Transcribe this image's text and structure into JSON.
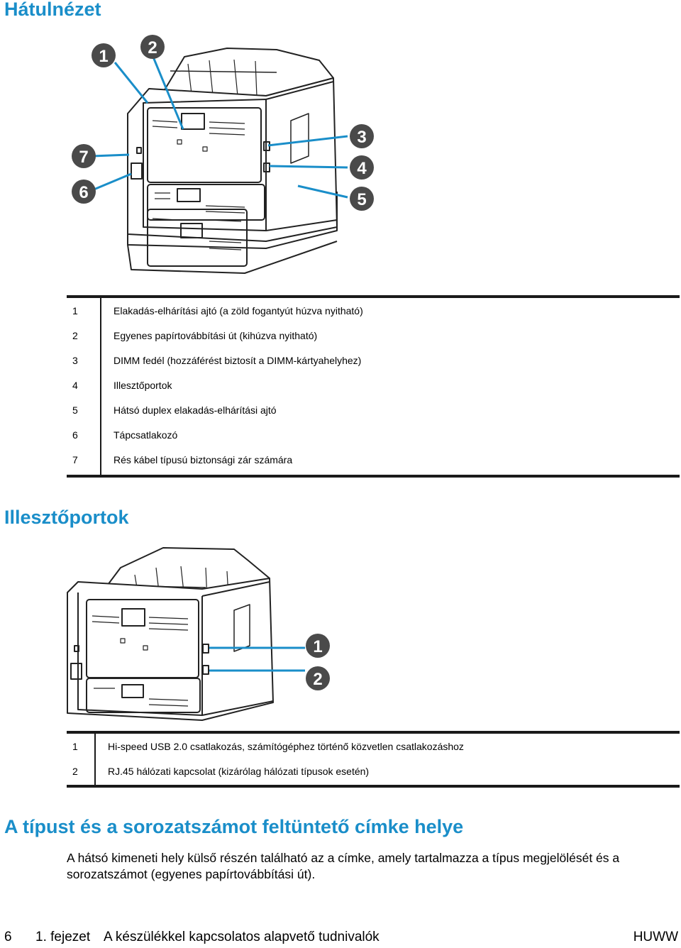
{
  "section1": {
    "title": "Hátulnézet",
    "callouts": [
      "1",
      "2",
      "3",
      "4",
      "5",
      "6",
      "7"
    ],
    "legend": [
      {
        "num": "1",
        "text": "Elakadás-elhárítási ajtó (a zöld fogantyút húzva nyitható)"
      },
      {
        "num": "2",
        "text": "Egyenes papírtovábbítási út (kihúzva nyitható)"
      },
      {
        "num": "3",
        "text": "DIMM fedél (hozzáférést biztosít a DIMM-kártyahelyhez)"
      },
      {
        "num": "4",
        "text": "Illesztőportok"
      },
      {
        "num": "5",
        "text": "Hátsó duplex elakadás-elhárítási ajtó"
      },
      {
        "num": "6",
        "text": "Tápcsatlakozó"
      },
      {
        "num": "7",
        "text": "Rés kábel típusú biztonsági zár számára"
      }
    ]
  },
  "section2": {
    "title": "Illesztőportok",
    "callouts": [
      "1",
      "2"
    ],
    "legend": [
      {
        "num": "1",
        "text": "Hi-speed USB 2.0 csatlakozás, számítógéphez történő közvetlen csatlakozáshoz"
      },
      {
        "num": "2",
        "text": "RJ.45 hálózati kapcsolat (kizárólag hálózati típusok esetén)"
      }
    ]
  },
  "section3": {
    "title": "A típust és a sorozatszámot feltüntető címke helye",
    "text": "A hátsó kimeneti hely külső részén található az a címke, amely tartalmazza a típus megjelölését és a sorozatszámot (egyenes papírtovábbítási út)."
  },
  "footer": {
    "page": "6",
    "chapter": "1. fejezet",
    "chapter_title": "A készülékkel kapcsolatos alapvető tudnivalók",
    "right": "HUWW"
  },
  "colors": {
    "heading": "#1a8ec9",
    "badge": "#4a4a4a"
  }
}
